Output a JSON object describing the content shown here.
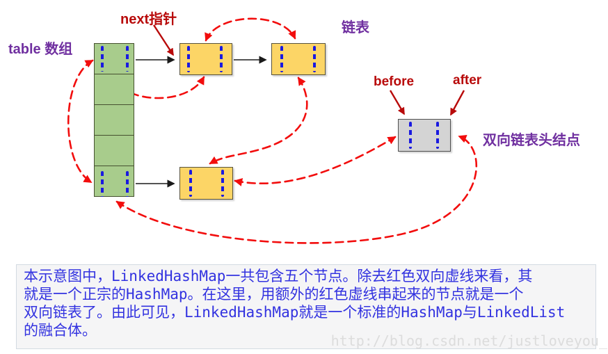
{
  "labels": {
    "table_array": "table 数组",
    "next_pointer": "next指针",
    "linked_list": "链表",
    "before": "before",
    "after": "after",
    "dll_head": "双向链表头结点"
  },
  "structure": {
    "table_slots": 5,
    "occupied_slots": [
      0,
      4
    ],
    "entry_nodes": 3,
    "head_nodes": 1,
    "black_next_arrows": 3,
    "red_doubly_links": 6
  },
  "colors": {
    "bucket_fill": "#A8CC8C",
    "bucket_border": "#45502F",
    "entry_fill": "#FCD566",
    "entry_border": "#57523D",
    "head_fill": "#D4D4D4",
    "head_border": "#4F4F4F",
    "pointer_blue": "#1A1AE0",
    "link_red": "#F20D0D",
    "annotation_red": "#B80A0A",
    "label_purple": "#7030A0",
    "note_text_blue": "#3232E0",
    "watermark_gray": "#DCDCDC"
  },
  "note": {
    "lines": [
      "本示意图中，LinkedHashMap一共包含五个节点。除去红色双向虚线来看，其",
      "就是一个正宗的HashMap。在这里，用额外的红色虚线串起来的节点就是一个",
      "双向链表了。由此可见，LinkedHashMap就是一个标准的HashMap与LinkedList",
      "的融合体。"
    ]
  },
  "watermark": "http://blog.csdn.net/justloveyou_"
}
